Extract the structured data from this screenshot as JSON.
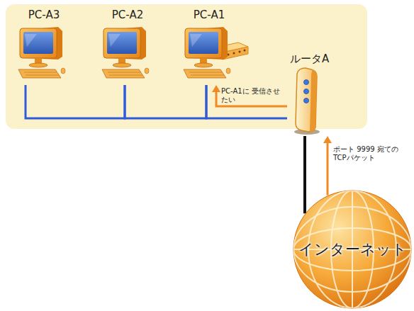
{
  "diagram": {
    "nodes": [
      {
        "text": [
          "PC-A3"
        ]
      },
      {
        "text": [
          "PC-A2"
        ]
      },
      {
        "text": [
          "PC-A1"
        ]
      },
      {
        "text": [
          "ルータA"
        ]
      },
      {
        "text": [
          "インターネット"
        ]
      }
    ],
    "edges": [
      {
        "from": 0,
        "to": 1,
        "arrow": "none"
      },
      {
        "from": 1,
        "to": 2,
        "arrow": "none"
      },
      {
        "from": 2,
        "to": 3,
        "arrow": "none"
      },
      {
        "from": 3,
        "to": 4,
        "arrow": "none"
      },
      {
        "from": 4,
        "to": 3,
        "arrow": "to",
        "label": "ポート 9999 宛ての TCPパケット"
      },
      {
        "from": 3,
        "to": 2,
        "arrow": "to",
        "label": "PC-A1に 受信させたい"
      }
    ]
  }
}
